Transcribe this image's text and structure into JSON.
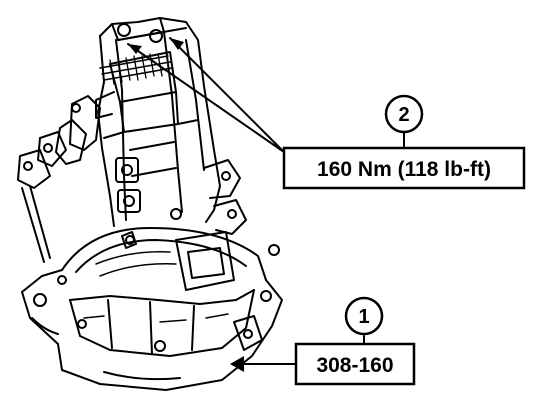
{
  "callouts": [
    {
      "number": "2",
      "label": "160 Nm (118 lb-ft)"
    },
    {
      "number": "1",
      "label": "308-160"
    }
  ],
  "illustration": {
    "subject": "transaxle-housing",
    "ink_color": "#000000",
    "paper_color": "#ffffff"
  }
}
